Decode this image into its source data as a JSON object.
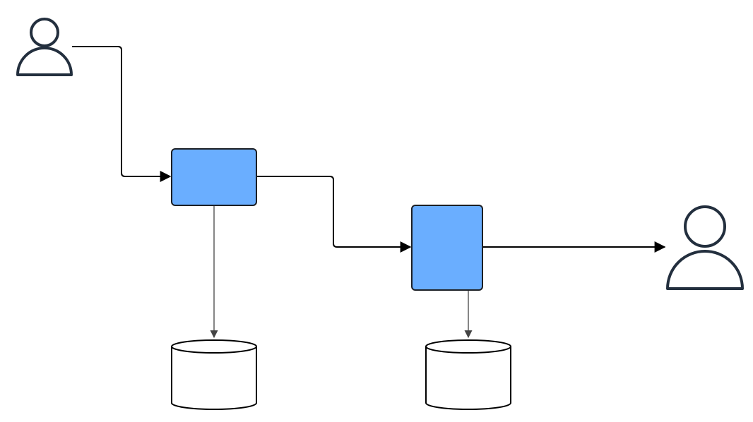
{
  "diagram": {
    "background_color": "#ffffff",
    "colors": {
      "process_fill": "#6aaeff",
      "process_stroke": "#1c1f24",
      "actor_stroke": "#232f3e",
      "store_stroke": "#000000",
      "connector_stroke": "#000000",
      "store_link_stroke": "#444444"
    },
    "nodes": [
      {
        "id": "source-user",
        "kind": "actor",
        "label": "",
        "icon": "user-icon"
      },
      {
        "id": "process-1",
        "kind": "process",
        "label": ""
      },
      {
        "id": "process-2",
        "kind": "process",
        "label": ""
      },
      {
        "id": "destination-user",
        "kind": "actor",
        "label": "",
        "icon": "user-icon"
      },
      {
        "id": "datastore-1",
        "kind": "datastore",
        "label": "",
        "icon": "database-icon"
      },
      {
        "id": "datastore-2",
        "kind": "datastore",
        "label": "",
        "icon": "database-icon"
      }
    ],
    "edges": [
      {
        "from": "source-user",
        "to": "process-1",
        "label": ""
      },
      {
        "from": "process-1",
        "to": "process-2",
        "label": ""
      },
      {
        "from": "process-2",
        "to": "destination-user",
        "label": ""
      },
      {
        "from": "process-1",
        "to": "datastore-1",
        "label": ""
      },
      {
        "from": "process-2",
        "to": "datastore-2",
        "label": ""
      }
    ]
  }
}
